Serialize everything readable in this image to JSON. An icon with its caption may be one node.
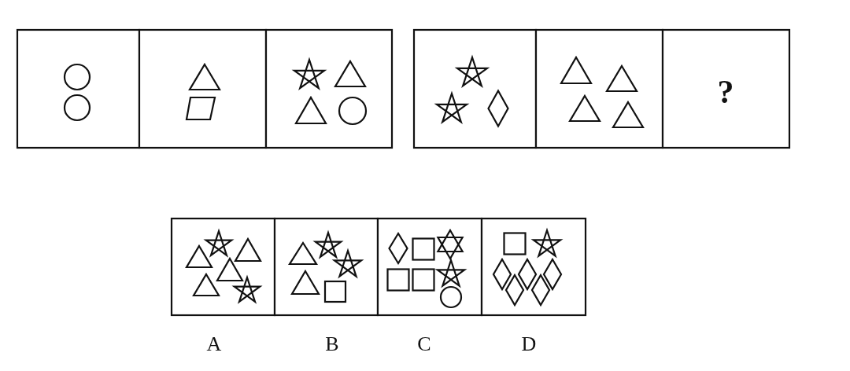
{
  "diagram": {
    "labels": [
      "?",
      "A",
      "B",
      "C",
      "D"
    ]
  }
}
